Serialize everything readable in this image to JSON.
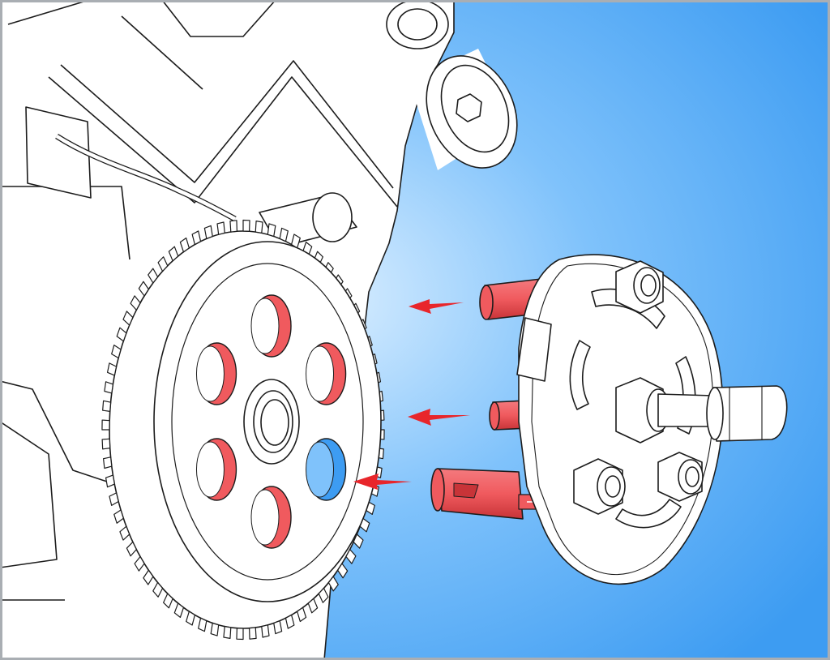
{
  "illustration": {
    "subject": "",
    "colors": {
      "background_light": "#dcefff",
      "background_mid": "#7fc2fb",
      "background_dark": "#3d9cf2",
      "frame": "#a9aeb3",
      "outline": "#1c1c1c",
      "part_fill": "#ffffff",
      "highlight_red": "#f05a5e",
      "highlight_red_dark": "#c83438",
      "arrow_red": "#e8262b"
    },
    "arrows": [
      {
        "direction": "left"
      },
      {
        "direction": "left"
      },
      {
        "direction": "left"
      }
    ]
  }
}
